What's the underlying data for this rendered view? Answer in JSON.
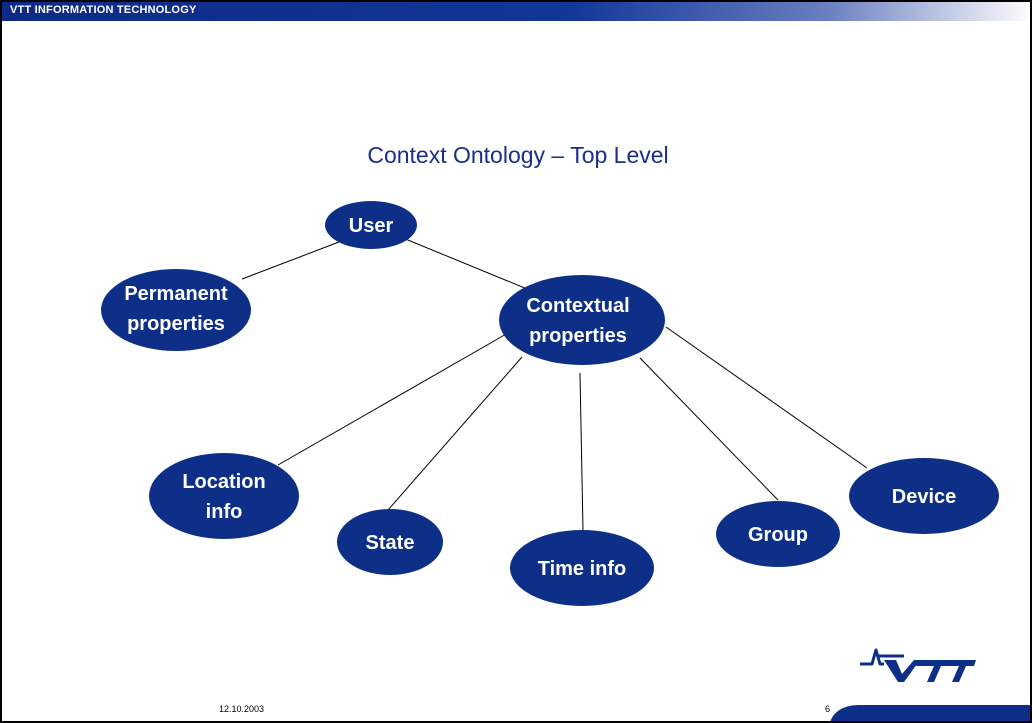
{
  "header": {
    "text": "VTT INFORMATION TECHNOLOGY"
  },
  "title": "Context Ontology – Top Level",
  "diagram": {
    "node_color": "#0d2f88",
    "nodes": {
      "user": [
        "User"
      ],
      "permanent": [
        "Permanent",
        "properties"
      ],
      "contextual": [
        "Contextual",
        "properties"
      ],
      "location": [
        "Location",
        "info"
      ],
      "state": [
        "State"
      ],
      "time": [
        "Time info"
      ],
      "group": [
        "Group"
      ],
      "device": [
        "Device"
      ]
    }
  },
  "footer": {
    "date": "12.10.2003",
    "page": "6"
  },
  "logo": {
    "text": "VTT",
    "icon": "vtt-logo-icon",
    "color": "#0d2f88"
  }
}
